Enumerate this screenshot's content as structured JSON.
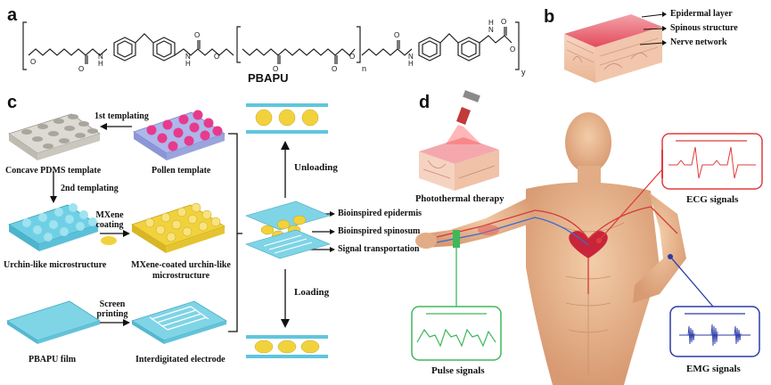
{
  "panels": {
    "a": "a",
    "b": "b",
    "c": "c",
    "d": "d"
  },
  "polymer": {
    "name": "PBAPU",
    "subscript_n": "n",
    "subscript_y": "y"
  },
  "skin_layers": [
    "Epidermal layer",
    "Spinous structure",
    "Nerve network"
  ],
  "fabrication": {
    "step1": "1st templating",
    "step2": "2nd templating",
    "mxene_coating": "MXene coating",
    "screen_printing": "Screen printing",
    "concave_template": "Concave PDMS template",
    "pollen_template": "Pollen template",
    "urchin": "Urchin-like microstructure",
    "mxene_urchin_1": "MXene-coated urchin-like",
    "mxene_urchin_2": "microstructure",
    "film": "PBAPU film",
    "electrode": "Interdigitated electrode"
  },
  "device": {
    "unloading": "Unloading",
    "loading": "Loading",
    "epidermis": "Bioinspired epidermis",
    "spinosum": "Bioinspired spinosum",
    "signal": "Signal transportation"
  },
  "applications": {
    "photothermal": "Photothermal therapy",
    "ecg": "ECG signals",
    "pulse": "Pulse signals",
    "emg": "EMG signals"
  },
  "colors": {
    "pink": "#e83a8c",
    "yellow": "#f2d23c",
    "cyan": "#5fc6dd",
    "ecg": "#e23b3b",
    "pulse": "#3fb85a",
    "emg": "#2b3aa8",
    "skin": "#e9b894"
  }
}
